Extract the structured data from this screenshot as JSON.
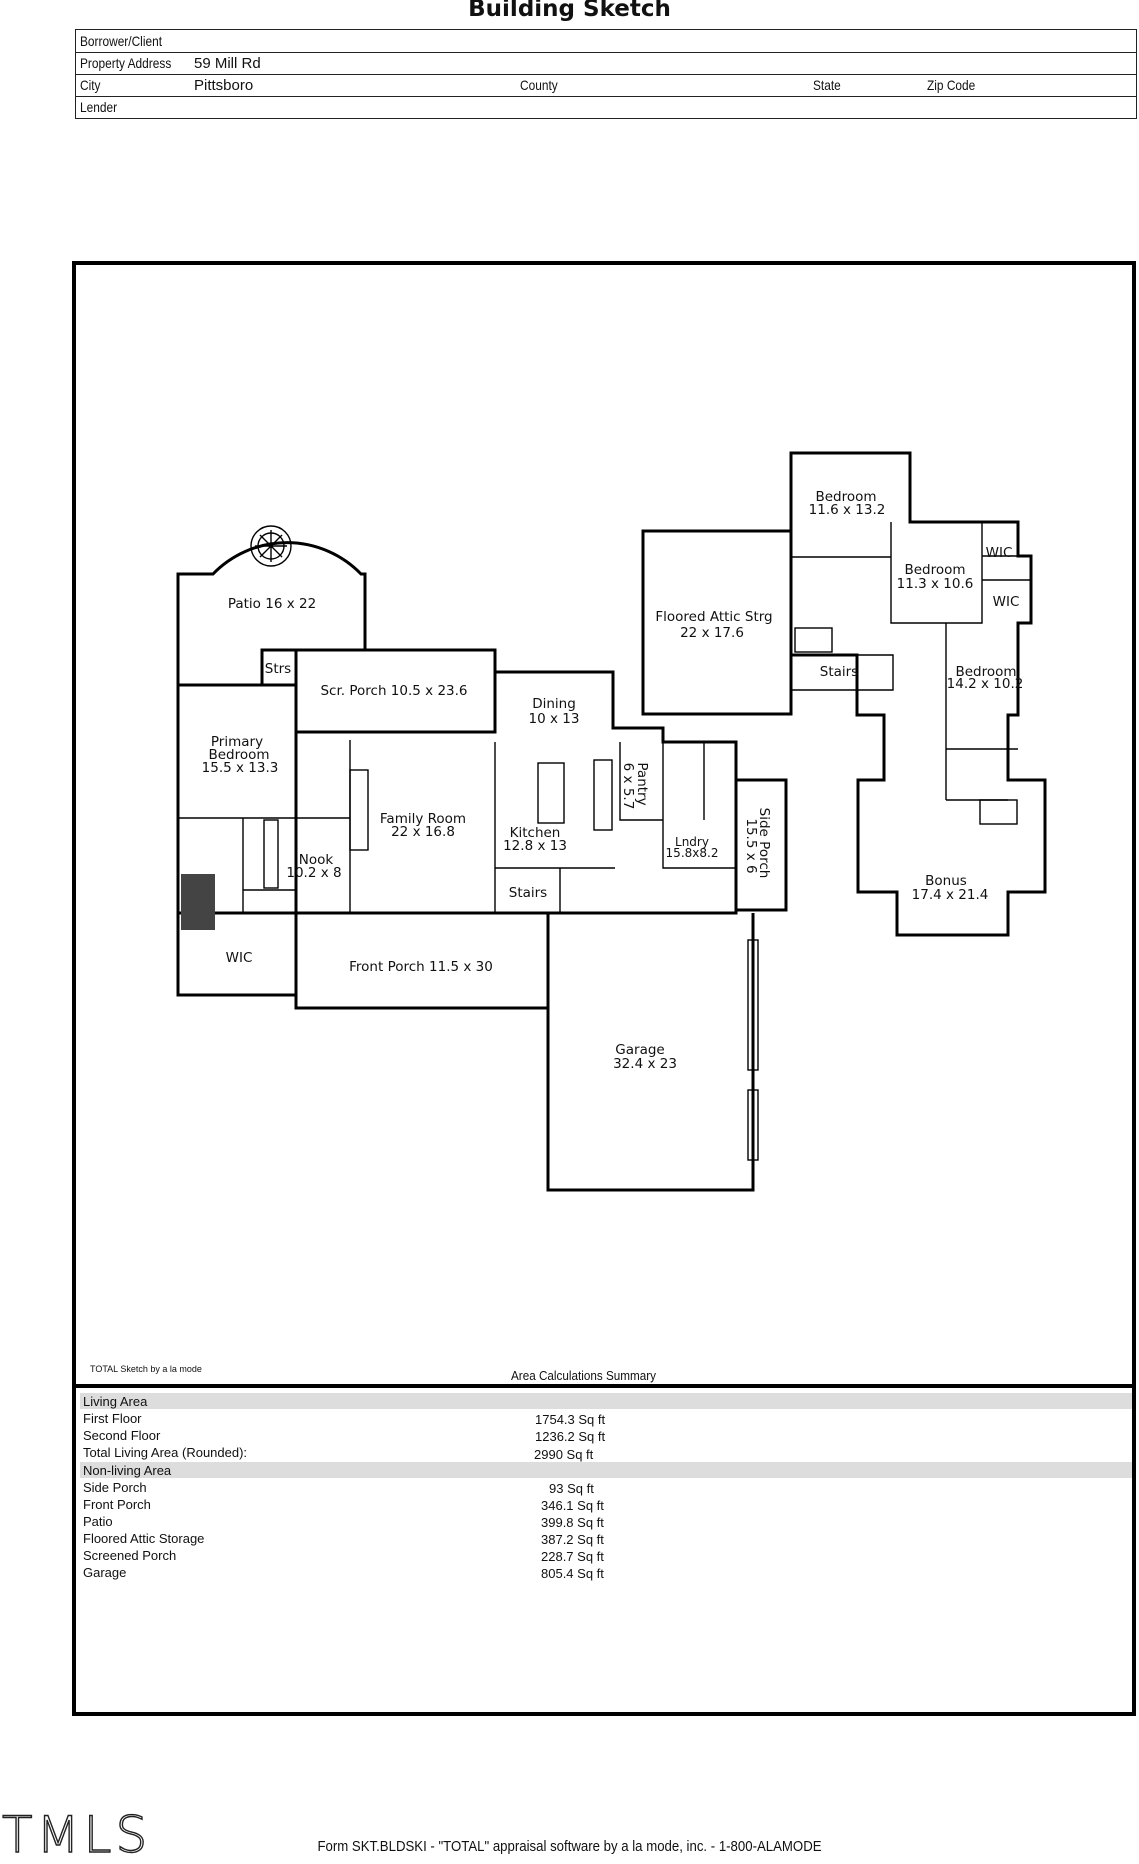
{
  "header": {
    "title": "Building Sketch",
    "borrower_label": "Borrower/Client",
    "address_label": "Property Address",
    "address_value": "59 Mill Rd",
    "city_label": "City",
    "city_value": "Pittsboro",
    "county_label": "County",
    "state_label": "State",
    "zip_label": "Zip Code",
    "lender_label": "Lender"
  },
  "rooms": {
    "patio": "Patio 16 x 22",
    "strs": "Strs",
    "scr_porch": "Scr. Porch 10.5 x 23.6",
    "dining_name": "Dining",
    "dining_dim": "10 x 13",
    "primary_1": "Primary",
    "primary_2": "Bedroom",
    "primary_3": "15.5 x 13.3",
    "family_name": "Family Room",
    "family_dim": "22 x 16.8",
    "kitchen_name": "Kitchen",
    "kitchen_dim": "12.8 x 13",
    "nook_name": "Nook",
    "nook_dim": "10.2 x 8",
    "stairs_main": "Stairs",
    "pantry": "Pantry",
    "pantry_dim": "6 x 5.7",
    "lndry_name": "Lndry",
    "lndry_dim": "15.8x8.2",
    "side_porch": "Side Porch",
    "side_dim": "15.5 x 6",
    "wic_main": "WIC",
    "front_porch": "Front Porch 11.5 x 30",
    "garage_name": "Garage",
    "garage_dim": "32.4 x 23",
    "attic_name": "Floored Attic Strg",
    "attic_dim": "22 x 17.6",
    "bed1_name": "Bedroom",
    "bed1_dim": "11.6 x 13.2",
    "bed2_name": "Bedroom",
    "bed2_dim": "11.3 x 10.6",
    "wic1": "WIC",
    "wic2": "WIC",
    "stairs_up": "Stairs",
    "bed3_name": "Bedroom",
    "bed3_dim": "14.2 x 10.2",
    "bonus_name": "Bonus",
    "bonus_dim": "17.4 x 21.4"
  },
  "credit": "TOTAL Sketch by a la mode",
  "summary": {
    "title": "Area Calculations Summary",
    "living_header": "Living Area",
    "living": [
      {
        "label": "First Floor",
        "value": "1754.3 Sq ft"
      },
      {
        "label": "Second Floor",
        "value": "1236.2 Sq ft"
      },
      {
        "label": "Total Living Area (Rounded):",
        "value": "2990 Sq ft"
      }
    ],
    "nonliving_header": "Non-living Area",
    "nonliving": [
      {
        "label": "Side Porch",
        "value": "93 Sq ft"
      },
      {
        "label": "Front Porch",
        "value": "346.1 Sq ft"
      },
      {
        "label": "Patio",
        "value": "399.8 Sq ft"
      },
      {
        "label": "Floored Attic Storage",
        "value": "387.2 Sq ft"
      },
      {
        "label": "Screened Porch",
        "value": "228.7 Sq ft"
      },
      {
        "label": "Garage",
        "value": "805.4 Sq ft"
      }
    ]
  },
  "footer": "Form SKT.BLDSKI - \"TOTAL\" appraisal software by a la mode, inc. - 1-800-ALAMODE",
  "logo": "TMLS"
}
